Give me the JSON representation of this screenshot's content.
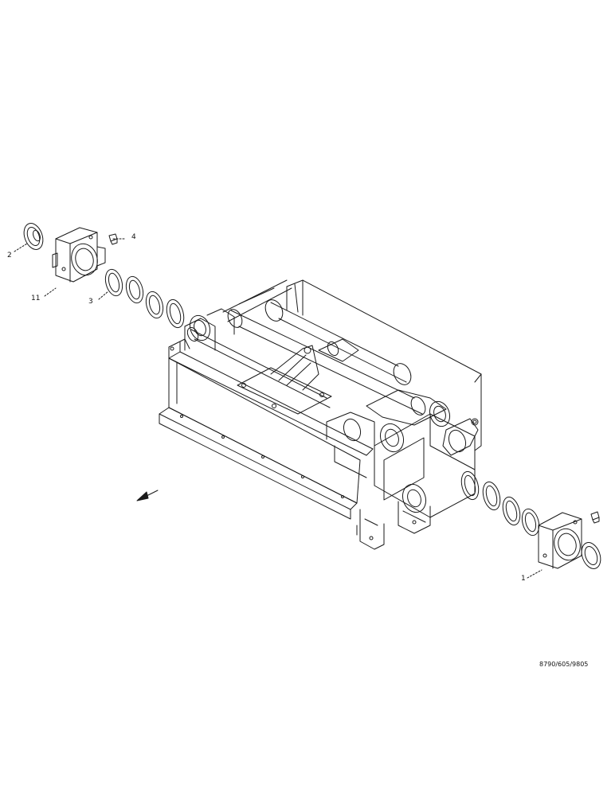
{
  "callouts": {
    "c1": "1",
    "c2": "2",
    "c3": "3",
    "c4": "4",
    "c11": "11"
  },
  "drawing_number": "8790/605/9805",
  "colors": {
    "line": "#1a1a1a",
    "background": "#ffffff"
  }
}
